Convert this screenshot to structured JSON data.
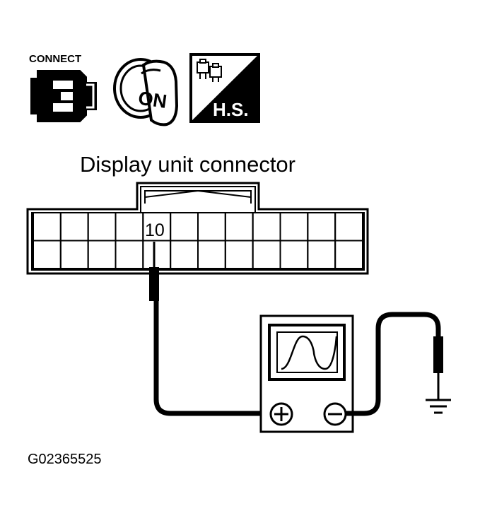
{
  "icons": {
    "connect_label": "CONNECT",
    "ignition_label": "ON",
    "harness_label": "H.S."
  },
  "connector": {
    "title": "Display unit connector",
    "terminal_label": "10"
  },
  "oscilloscope": {
    "plus_symbol": "+",
    "minus_symbol": "−"
  },
  "figure_id": "G02365525",
  "colors": {
    "ink": "#000000",
    "background": "#ffffff"
  }
}
